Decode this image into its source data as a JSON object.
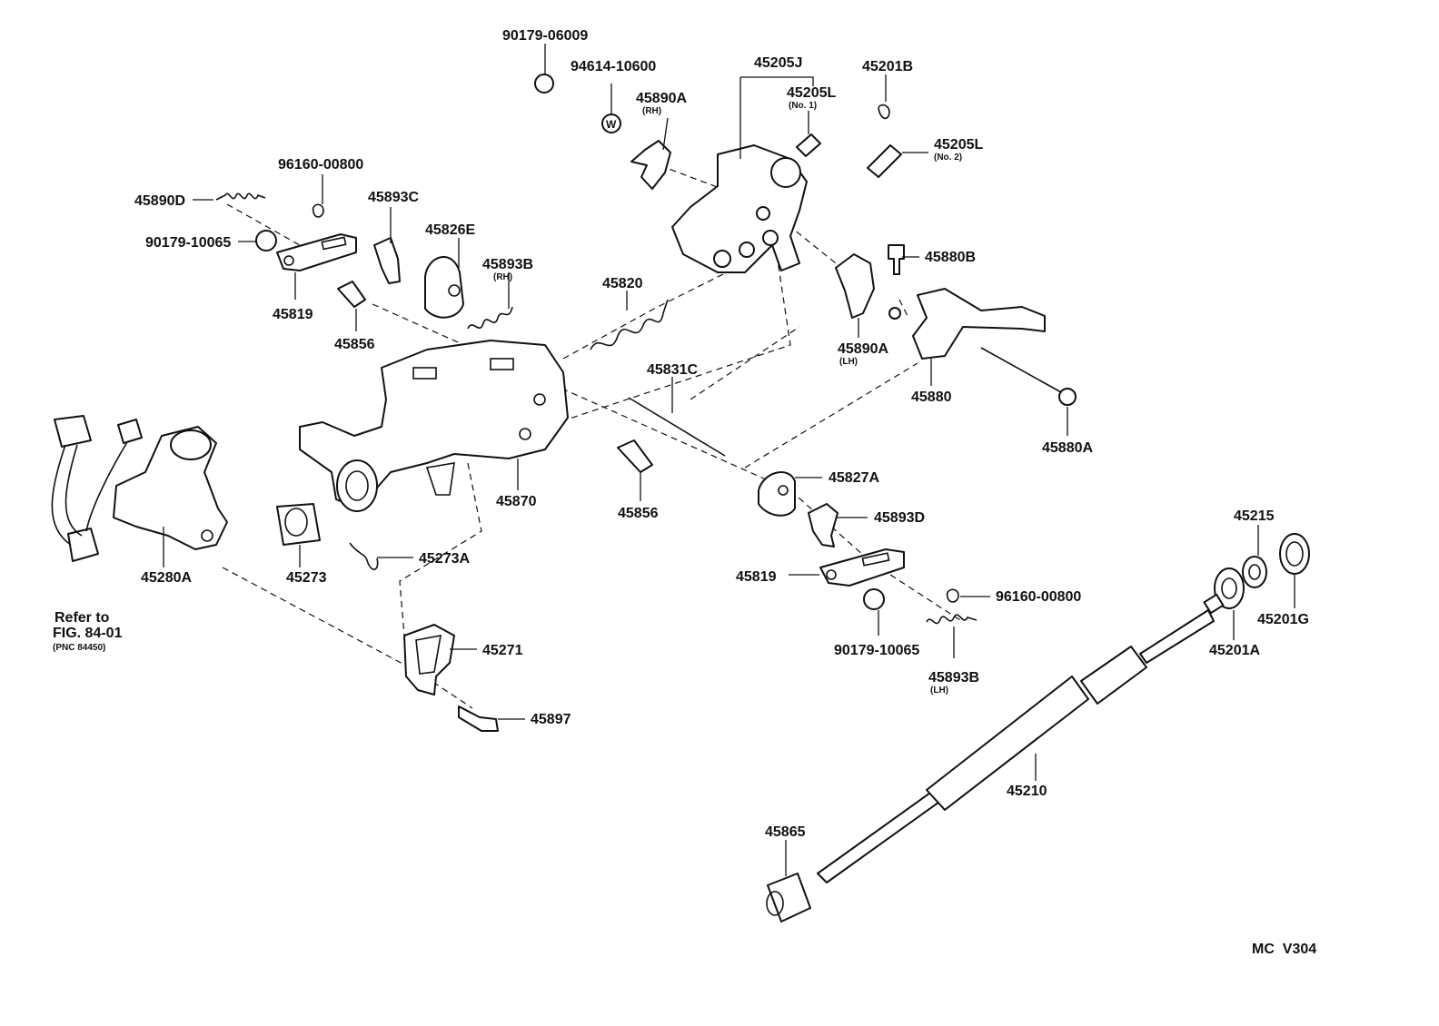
{
  "parts": {
    "p90179_06009": "90179-06009",
    "p94614_10600": "94614-10600",
    "p45890A_rh": "45890A",
    "p45890A_rh_note": "(RH)",
    "p45205J": "45205J",
    "p45205L_1": "45205L",
    "p45205L_1_note": "(No. 1)",
    "p45201B": "45201B",
    "p45205L_2": "45205L",
    "p45205L_2_note": "(No. 2)",
    "p96160_00800_a": "96160-00800",
    "p45890D": "45890D",
    "p45893C": "45893C",
    "p90179_10065_a": "90179-10065",
    "p45826E": "45826E",
    "p45893B_rh": "45893B",
    "p45893B_rh_note": "(RH)",
    "p45819_a": "45819",
    "p45820": "45820",
    "p45880B": "45880B",
    "p45856_a": "45856",
    "p45890A_lh": "45890A",
    "p45890A_lh_note": "(LH)",
    "p45831C": "45831C",
    "p45880": "45880",
    "p45880A": "45880A",
    "p45870": "45870",
    "p45856_b": "45856",
    "p45827A": "45827A",
    "p45893D": "45893D",
    "p45280A": "45280A",
    "p45273": "45273",
    "p45273A": "45273A",
    "p45819_b": "45819",
    "p96160_00800_b": "96160-00800",
    "p90179_10065_b": "90179-10065",
    "p45893B_lh": "45893B",
    "p45893B_lh_note": "(LH)",
    "p45271": "45271",
    "p45897": "45897",
    "p45215": "45215",
    "p45201G": "45201G",
    "p45201A": "45201A",
    "p45210": "45210",
    "p45865": "45865"
  },
  "reference": {
    "line1": "Refer to",
    "line2": "FIG. 84-01",
    "line3": "(PNC 84450)"
  },
  "footer": {
    "code": "MC  V304"
  }
}
